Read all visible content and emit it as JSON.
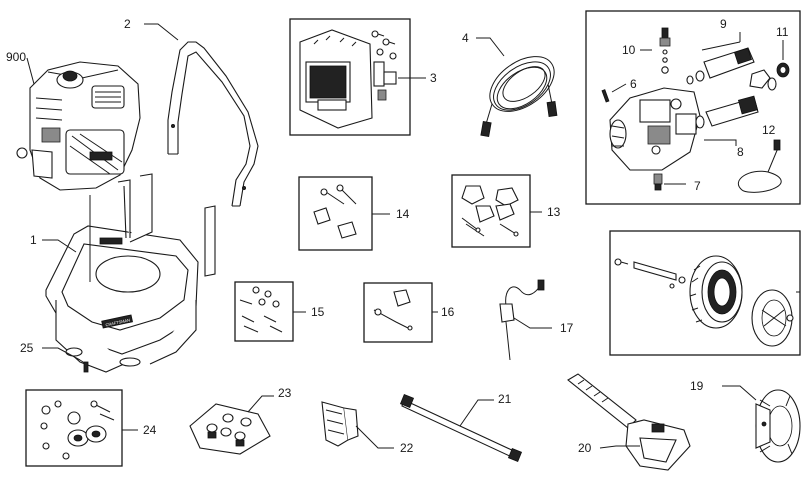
{
  "labels": {
    "l900": "900",
    "l2": "2",
    "l3": "3",
    "l4": "4",
    "l10": "10",
    "l9": "9",
    "l11": "11",
    "l6": "6",
    "l8": "8",
    "l12": "12",
    "l7": "7",
    "l1": "1",
    "l14": "14",
    "l13": "13",
    "l15": "15",
    "l16": "16",
    "l17": "17",
    "l25": "25",
    "l23": "23",
    "l21": "21",
    "l24": "24",
    "l22": "22",
    "l20": "20",
    "l19": "19"
  },
  "badge_text": "CRAFTSMAN"
}
